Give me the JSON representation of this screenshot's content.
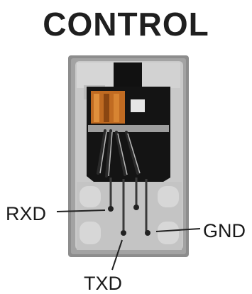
{
  "title": "CONTROL",
  "pins": {
    "rxd": "RXD",
    "gnd": "GND",
    "txd": "TXD"
  },
  "colors": {
    "housing": "#8a8a8a",
    "jack_body": "#c8c8c8",
    "jack_dark": "#1a1a1a",
    "copper": "#c06820"
  }
}
